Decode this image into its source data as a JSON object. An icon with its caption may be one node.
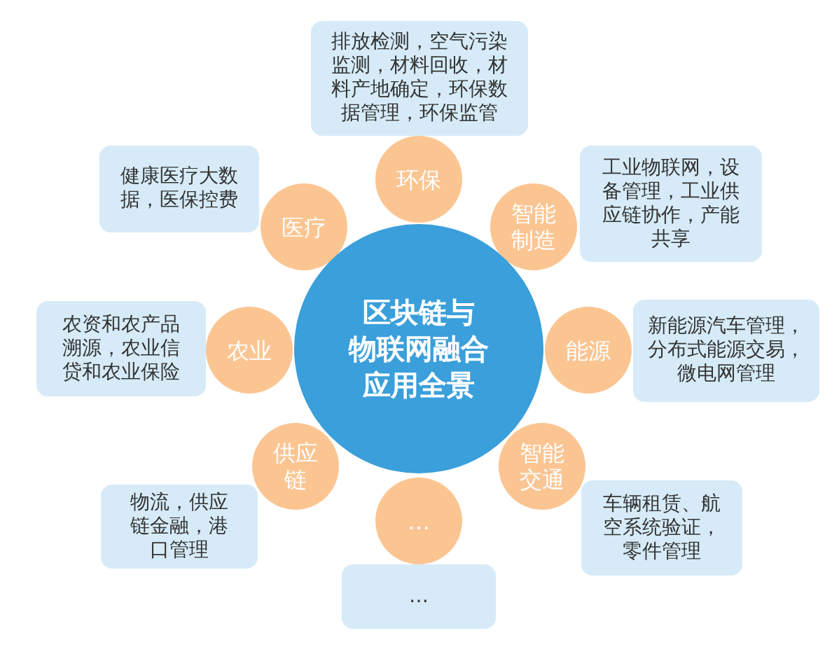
{
  "diagram": {
    "nodes": [
      {
        "text": [
          "区块链与物联网融合应用全景"
        ]
      },
      {
        "text": [
          "环保"
        ]
      },
      {
        "text": [
          "排放检测，空气污染监测，材料回收，材料产地确定，环保数据管理，环保监管"
        ]
      },
      {
        "text": [
          "智能制造"
        ]
      },
      {
        "text": [
          "工业物联网，设备管理，工业供应链协作，产能共享"
        ]
      },
      {
        "text": [
          "能源"
        ]
      },
      {
        "text": [
          "新能源汽车管理，分布式能源交易，微电网管理"
        ]
      },
      {
        "text": [
          "智能交通"
        ]
      },
      {
        "text": [
          "车辆租赁、航空系统验证，零件管理"
        ]
      },
      {
        "text": [
          "…"
        ]
      },
      {
        "text": [
          "…"
        ]
      },
      {
        "text": [
          "供应链"
        ]
      },
      {
        "text": [
          "物流，供应链金融，港口管理"
        ]
      },
      {
        "text": [
          "农业"
        ]
      },
      {
        "text": [
          "农资和农产品溯源，农业信贷和农业保险"
        ]
      },
      {
        "text": [
          "医疗"
        ]
      },
      {
        "text": [
          "健康医疗大数据，医保控费"
        ]
      }
    ]
  }
}
